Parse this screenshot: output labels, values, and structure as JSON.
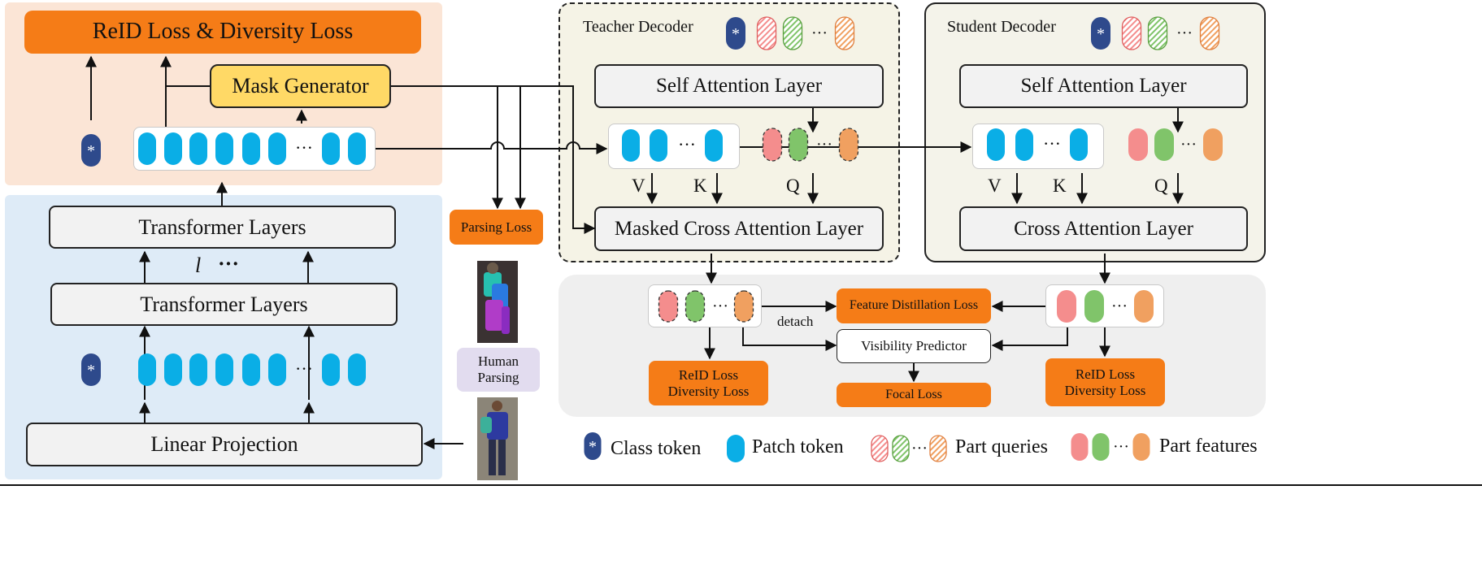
{
  "top_loss": "ReID Loss & Diversity Loss",
  "mask_generator": "Mask Generator",
  "transformer_layers_top": "Transformer Layers",
  "layer_repeat_l": "l",
  "layer_repeat_dots": "···",
  "transformer_layers_bottom": "Transformer Layers",
  "linear_projection": "Linear Projection",
  "parsing_loss": "Parsing Loss",
  "human_parsing": "Human\nParsing",
  "ellipsis": "···",
  "teacher": {
    "title": "Teacher Decoder",
    "self_attention": "Self Attention Layer",
    "cross_attention": "Masked Cross Attention Layer",
    "v": "V",
    "k": "K",
    "q": "Q"
  },
  "student": {
    "title": "Student Decoder",
    "self_attention": "Self Attention Layer",
    "cross_attention": "Cross Attention Layer",
    "v": "V",
    "k": "K",
    "q": "Q"
  },
  "bottom": {
    "teacher_loss": "ReID Loss\nDiversity Loss",
    "feature_distillation": "Feature Distillation Loss",
    "detach": "detach",
    "visibility_predictor": "Visibility Predictor",
    "focal_loss": "Focal Loss",
    "student_loss": "ReID Loss\nDiversity Loss"
  },
  "legend": {
    "class_token": "Class token",
    "patch_token": "Patch token",
    "part_queries": "Part queries",
    "part_features": "Part features"
  },
  "class_token_symbol": "*",
  "colors": {
    "orange": "#f57c17",
    "reid_panel": "#fbe5d6",
    "backbone_panel": "#deebf7",
    "teacher_panel": "#f5f3e6",
    "student_panel": "#f4f3ea",
    "bottom_panel": "#efefef",
    "mask_generator": "#ffd966",
    "patch_blue": "#0aaee6",
    "class_navy": "#2e4a8c",
    "part_pink": "#f48d8d",
    "part_green": "#80c46a",
    "part_orange": "#f0a060",
    "human_parsing_box": "#e2dcef"
  }
}
